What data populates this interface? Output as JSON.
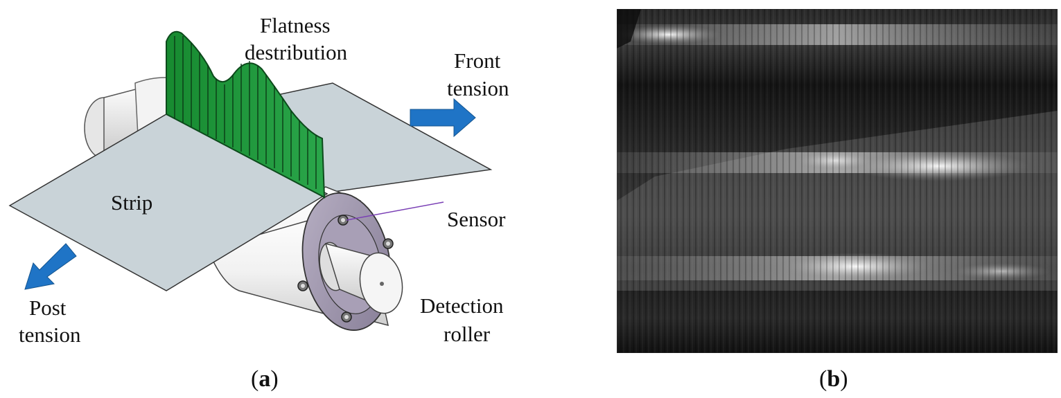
{
  "figure": {
    "panel_a": {
      "caption_open": "(",
      "caption_letter": "a",
      "caption_close": ")",
      "labels": {
        "flatness_line1": "Flatness",
        "flatness_line2": "destribution",
        "front_line1": "Front",
        "front_line2": "tension",
        "strip": "Strip",
        "sensor": "Sensor",
        "post_line1": "Post",
        "post_line2": "tension",
        "detection_line1": "Detection",
        "detection_line2": "roller"
      }
    },
    "panel_b": {
      "caption_open": "(",
      "caption_letter": "b",
      "caption_close": ")"
    }
  },
  "colors": {
    "strip": "#c9d3d8",
    "flatness_fill": "#1f9a3c",
    "arrow": "#1f74c6",
    "roller": "#f2f2f2",
    "flange": "#9a90a8"
  },
  "icons": {
    "front_arrow": "arrow-right-icon",
    "post_arrow": "arrow-down-left-icon"
  }
}
